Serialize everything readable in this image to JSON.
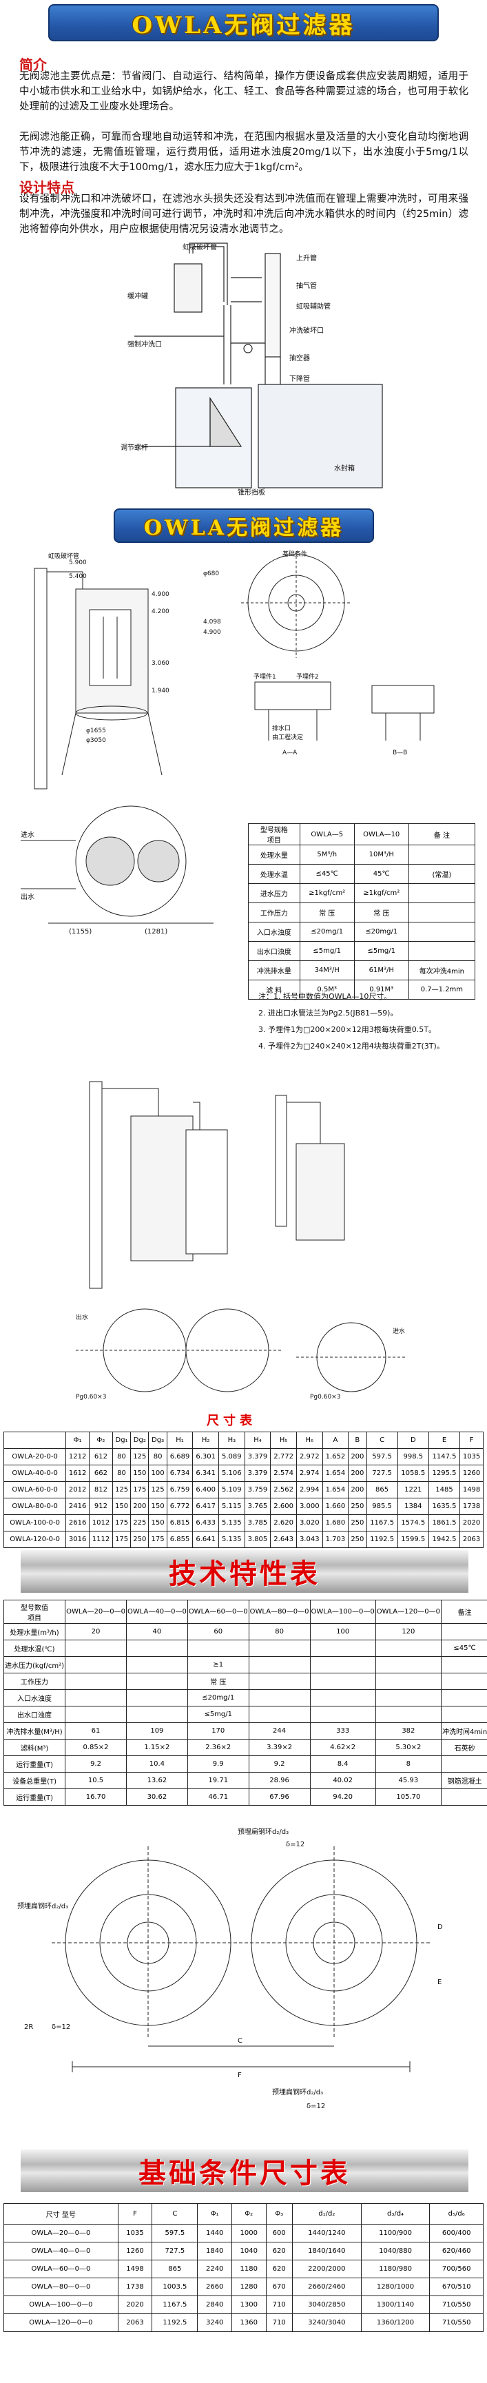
{
  "title_main": "OWLA无阀过滤器",
  "section_intro": {
    "heading": "简介",
    "paragraphs": [
      "无阀滤池主要优点是：节省阀门、自动运行、结构简单，操作方便设备成套供应安装周期短，适用于中小城市供水和工业给水中，如锅炉给水，化工、轻工、食品等各种需要过滤的场合，也可用于软化处理前的过滤及工业废水处理场合。",
      "无阀滤池能正确，可靠而合理地自动运转和冲洗，在范围内根据水量及活量的大小变化自动均衡地调节冲洗的滤速，无需值班管理，运行费用低，适用进水浊度20mg/1以下，出水浊度小于5mg/1以下，极限进行浊度不大于100mg/1，滤水压力应大于1kgf/cm²。"
    ]
  },
  "section_design": {
    "heading": "设计特点",
    "paragraphs": [
      "设有强制冲洗口和冲洗破坏口，在滤池水头损失还没有达到冲洗值而在管理上需要冲洗时，可用来强制冲洗，冲洗强度和冲洗时间可进行调节，冲洗时和冲洗后向冲洗水箱供水的时间内（约25min）滤池将暂停向外供水，用户应根据使用情况另设清水池调节之。"
    ]
  },
  "diagram1_labels": {
    "siphon_break": "虹吸破坏管",
    "rise_pipe": "上升管",
    "exhaust_pipe": "抽气管",
    "siphon_aux": "虹吸辅助管",
    "buffer_tank": "缓冲罐",
    "flush_break": "冲洗破坏口",
    "forced_flush": "强制冲洗口",
    "aspirator": "抽空器",
    "down_pipe": "下降管",
    "adjust_bolt": "调节螺杆",
    "water_box": "水封箱",
    "cone_plate": "锥形挡板"
  },
  "title_second": "OWLA无阀过滤器",
  "diagram2_labels": {
    "siphon_break_pipe": "虹吸破坏管",
    "foundation": "基础条件",
    "embed_1": "予埋件1",
    "embed_2": "予埋件2",
    "drain_port": "排水口",
    "drain_note": "由工程决定",
    "section_aa": "A—A",
    "section_bb": "B—B",
    "water_in": "进水",
    "water_out": "出水",
    "dim_5900": "5.900",
    "dim_5400": "5.400",
    "dim_4900": "4.900",
    "dim_4200": "4.200",
    "dim_1940": "1.940",
    "dim_3060": "3.060",
    "dim_1655": "φ1655",
    "dim_3050": "φ3050",
    "dim_680": "φ680",
    "dim_1155": "(1155)",
    "dim_1281": "(1281)",
    "dim_4098": "4.098",
    "dim_4900b": "4.900"
  },
  "spec_table": {
    "col_headers": [
      "型号规格",
      "OWLA—5",
      "OWLA—10",
      "备 注"
    ],
    "row_header": "项目",
    "rows": [
      [
        "处理水量",
        "5M³/h",
        "10M³/H",
        ""
      ],
      [
        "处理水温",
        "≤45℃",
        "45℃",
        "(常温)"
      ],
      [
        "进水压力",
        "≥1kgf/cm²",
        "≥1kgf/cm²",
        ""
      ],
      [
        "工作压力",
        "常 压",
        "常 压",
        ""
      ],
      [
        "入口水浊度",
        "≤20mg/1",
        "≤20mg/1",
        ""
      ],
      [
        "出水口浊度",
        "≤5mg/1",
        "≤5mg/1",
        ""
      ],
      [
        "冲洗排水量",
        "34M³/H",
        "61M³/H",
        "每次冲洗4min"
      ],
      [
        "滤 料",
        "0.5M³",
        "0.91M³",
        "0.7—1.2mm"
      ]
    ]
  },
  "spec_notes": [
    "注：1. 括号中数值为OWLA—10尺寸。",
    "2. 进出口水管法兰为Pg2.5(JB81—59)。",
    "3. 予埋件1为□200×200×12用3根每块荷重0.5T。",
    "4. 予埋件2为□240×240×12用4块每块荷重2T(3T)。"
  ],
  "diagram3_labels": {
    "pipe_label": "Pg0.60×3",
    "out_label": "出水",
    "pipe_label2": "Pg0.60×3",
    "in_label": "进水"
  },
  "dim_table_title": "尺寸表",
  "dim_table": {
    "headers": [
      "",
      "Φ₁",
      "Φ₂",
      "Dg₁",
      "Dg₂",
      "Dg₃",
      "H₁",
      "H₂",
      "H₃",
      "H₄",
      "H₅",
      "H₆",
      "A",
      "B",
      "C",
      "D",
      "E",
      "F"
    ],
    "rows": [
      [
        "OWLA-20-0-0",
        "1212",
        "612",
        "80",
        "125",
        "80",
        "6.689",
        "6.301",
        "5.089",
        "3.379",
        "2.772",
        "2.972",
        "1.652",
        "200",
        "597.5",
        "998.5",
        "1147.5",
        "1035"
      ],
      [
        "OWLA-40-0-0",
        "1612",
        "662",
        "80",
        "150",
        "100",
        "6.734",
        "6.341",
        "5.106",
        "3.379",
        "2.574",
        "2.974",
        "1.654",
        "200",
        "727.5",
        "1058.5",
        "1295.5",
        "1260"
      ],
      [
        "OWLA-60-0-0",
        "2012",
        "812",
        "125",
        "175",
        "125",
        "6.759",
        "6.400",
        "5.109",
        "3.759",
        "2.562",
        "2.994",
        "1.654",
        "200",
        "865",
        "1221",
        "1485",
        "1498"
      ],
      [
        "OWLA-80-0-0",
        "2416",
        "912",
        "150",
        "200",
        "150",
        "6.772",
        "6.417",
        "5.115",
        "3.765",
        "2.600",
        "3.000",
        "1.660",
        "250",
        "985.5",
        "1384",
        "1635.5",
        "1738"
      ],
      [
        "OWLA-100-0-0",
        "2616",
        "1012",
        "175",
        "225",
        "150",
        "6.815",
        "6.433",
        "5.135",
        "3.785",
        "2.620",
        "3.020",
        "1.680",
        "250",
        "1167.5",
        "1574.5",
        "1861.5",
        "2020"
      ],
      [
        "OWLA-120-0-0",
        "3016",
        "1112",
        "175",
        "250",
        "175",
        "6.855",
        "6.641",
        "5.135",
        "3.805",
        "2.643",
        "3.043",
        "1.703",
        "250",
        "1192.5",
        "1599.5",
        "1942.5",
        "2063"
      ]
    ]
  },
  "tech_title": "技术特性表",
  "tech_table": {
    "header_row": [
      "型号数值",
      "OWLA—20—0—0",
      "OWLA—40—0—0",
      "OWLA—60—0—0",
      "OWLA—80—0—0",
      "OWLA—100—0—0",
      "OWLA—120—0—0",
      "备注"
    ],
    "item_label": "项目",
    "rows": [
      [
        "处理水量(m³/h)",
        "20",
        "40",
        "60",
        "80",
        "100",
        "120",
        ""
      ],
      [
        "处理水温(℃)",
        "",
        "",
        "",
        "",
        "",
        "",
        "≤45℃"
      ],
      [
        "进水压力(kgf/cm²)",
        "",
        "",
        "≥1",
        "",
        "",
        "",
        ""
      ],
      [
        "工作压力",
        "",
        "",
        "常 压",
        "",
        "",
        "",
        ""
      ],
      [
        "入口水浊度",
        "",
        "",
        "≤20mg/1",
        "",
        "",
        "",
        ""
      ],
      [
        "出水口浊度",
        "",
        "",
        "≤5mg/1",
        "",
        "",
        "",
        ""
      ],
      [
        "冲洗排水量(M³/H)",
        "61",
        "109",
        "170",
        "244",
        "333",
        "382",
        "冲洗时间4min"
      ],
      [
        "滤料(M³)",
        "0.85×2",
        "1.15×2",
        "2.36×2",
        "3.39×2",
        "4.62×2",
        "5.30×2",
        "石英砂"
      ],
      [
        "运行重量(T)",
        "9.2",
        "10.4",
        "9.9",
        "9.2",
        "8.4",
        "8",
        ""
      ],
      [
        "设备总重量(T)",
        "10.5",
        "13.62",
        "19.71",
        "28.96",
        "40.02",
        "45.93",
        "钢筋混凝土"
      ],
      [
        "运行重量(T)",
        "16.70",
        "30.62",
        "46.71",
        "67.96",
        "94.20",
        "105.70",
        ""
      ]
    ]
  },
  "diagram4_labels": {
    "embed_top": "预埋扁钢环d₂/d₃",
    "delta_top": "δ=12",
    "embed_left": "预埋扁钢环d₂/d₃",
    "two_r": "2R",
    "delta_left": "δ=12",
    "c_label": "C",
    "d_label": "D",
    "e_label": "E",
    "f_label": "F",
    "embed_bottom": "预埋扁钢环d₂/d₃",
    "delta_bottom": "δ=12"
  },
  "found_title": "基础条件尺寸表",
  "found_table": {
    "headers": [
      "尺寸 型号",
      "F",
      "C",
      "Φ₁",
      "Φ₂",
      "Φ₃",
      "d₁/d₂",
      "d₃/d₄",
      "d₅/d₆"
    ],
    "rows": [
      [
        "OWLA—20—0—0",
        "1035",
        "597.5",
        "1440",
        "1000",
        "600",
        "1440/1240",
        "1100/900",
        "600/400"
      ],
      [
        "OWLA—40—0—0",
        "1260",
        "727.5",
        "1840",
        "1040",
        "620",
        "1840/1640",
        "1040/880",
        "620/460"
      ],
      [
        "OWLA—60—0—0",
        "1498",
        "865",
        "2240",
        "1180",
        "620",
        "2200/2000",
        "1180/980",
        "700/560"
      ],
      [
        "OWLA—80—0—0",
        "1738",
        "1003.5",
        "2660",
        "1280",
        "670",
        "2660/2460",
        "1280/1000",
        "670/510"
      ],
      [
        "OWLA—100—0—0",
        "2020",
        "1167.5",
        "2840",
        "1300",
        "710",
        "3040/2850",
        "1300/1140",
        "710/550"
      ],
      [
        "OWLA—120—0—0",
        "2063",
        "1192.5",
        "3240",
        "1360",
        "710",
        "3240/3040",
        "1360/1200",
        "710/550"
      ]
    ]
  },
  "colors": {
    "banner_blue": "#2557a8",
    "banner_text": "#ffd800",
    "heading_red": "#d21919",
    "title_red": "#e00000"
  }
}
